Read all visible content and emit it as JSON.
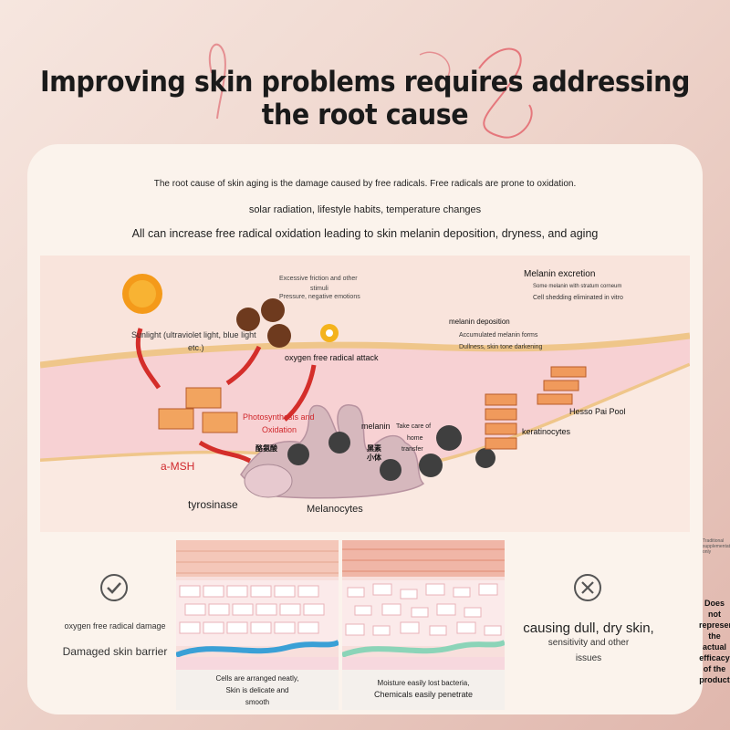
{
  "title": "Improving skin problems requires addressing the root cause",
  "intro": {
    "line1": "The root cause of skin aging is the damage caused by free radicals. Free radicals are prone to oxidation.",
    "line2": "solar radiation, lifestyle habits, temperature changes",
    "line3": "All can increase free radical oxidation leading to skin melanin deposition, dryness, and aging"
  },
  "diagram": {
    "sunlight": "Sunlight (ultraviolet light, blue light",
    "sunlight_etc": "etc.)",
    "friction": "Excessive friction and other",
    "stimuli": "stimuli",
    "pressure": "Pressure, negative emotions",
    "oxygen_attack": "oxygen free radical attack",
    "photosynthesis": "Photosynthesis and",
    "oxidation": "Oxidation",
    "amsh": "a-MSH",
    "cn_label1": "酪氨酸",
    "tyrosinase": "tyrosinase",
    "melanin": "melanin",
    "cn_label2": "黑素",
    "cn_label3": "小体",
    "take_care1": "Take care of",
    "take_care2": "home",
    "take_care3": "transfer",
    "melanocytes": "Melanocytes",
    "excretion": "Melanin excretion",
    "excretion_sub1": "Some melanin with stratum corneum",
    "excretion_sub2": "Cell shedding eliminated in vitro",
    "deposition": "melanin deposition",
    "deposition_sub1": "Accumulated melanin forms",
    "deposition_sub2": "Dullness, skin tone darkening",
    "hesso": "Hesso Pai Pool",
    "keratinocytes": "keratinocytes"
  },
  "left_side": {
    "line1": "oxygen free radical damage",
    "line2": "Damaged skin barrier"
  },
  "panel_left": {
    "c1": "Cells are arranged neatly,",
    "c2": "Skin is delicate and",
    "c3": "smooth"
  },
  "panel_right": {
    "c1": "Moisture easily lost bacteria,",
    "c2": "Chemicals easily penetrate"
  },
  "right_side": {
    "line1": "causing dull, dry skin,",
    "line2": "sensitivity and other",
    "line3": "issues"
  },
  "notice": {
    "lines": [
      "Does not",
      "represent",
      "the",
      "actual",
      "efficacy",
      "of the",
      "product"
    ]
  },
  "tiny_text": "Traditional supplementation only",
  "icons": {
    "good": "check-circle-icon",
    "bad": "cross-circle-icon"
  },
  "colors": {
    "accent_red": "#d0282c",
    "card": "#fbf3ec",
    "diagram_bg": "#f9e4dc"
  }
}
